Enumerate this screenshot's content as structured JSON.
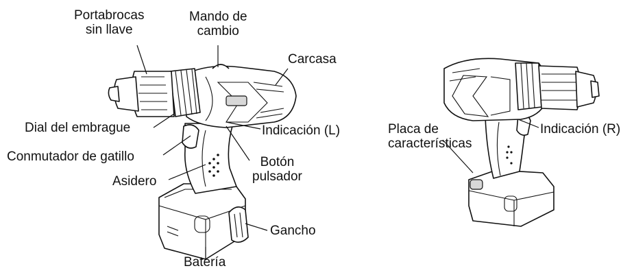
{
  "labels": {
    "chuck": [
      "Portabrocas",
      "sin llave"
    ],
    "shift": [
      "Mando de",
      "cambio"
    ],
    "housing": "Carcasa",
    "clutch": "Dial del embrague",
    "indication_l": "Indicación (L)",
    "trigger": "Conmutador de gatillo",
    "grip": "Asidero",
    "button": [
      "Botón",
      "pulsador"
    ],
    "hook": "Gancho",
    "battery": "Batería",
    "nameplate": [
      "Placa de",
      "características"
    ],
    "indication_r": "Indicación (R)"
  }
}
